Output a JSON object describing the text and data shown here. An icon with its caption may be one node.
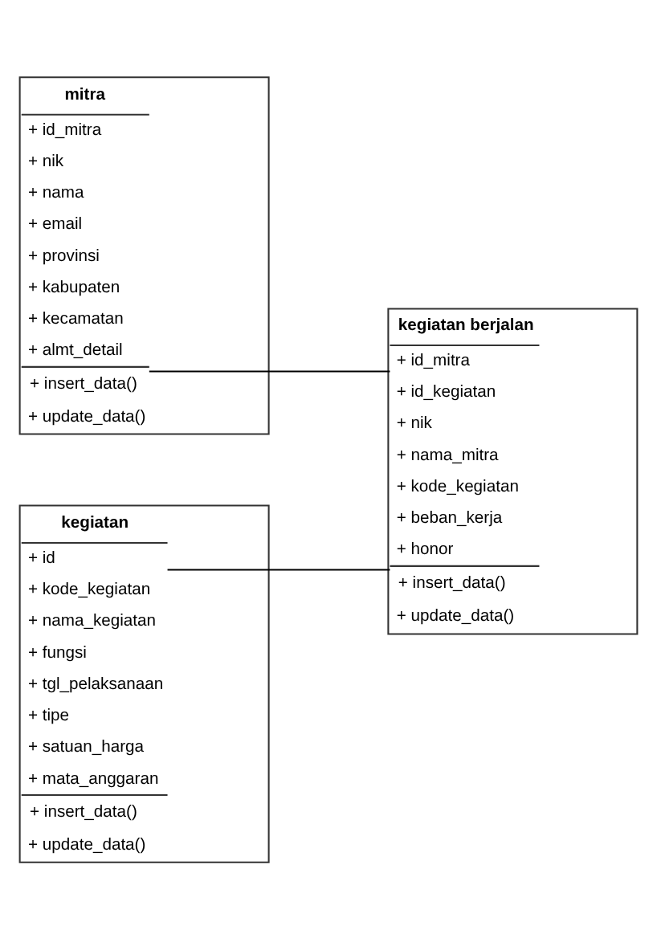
{
  "diagram": {
    "nodes": [
      {
        "text": [
          "mitra",
          "+ id_mitra",
          "+ nik",
          "+ nama",
          "+ email",
          "+ provinsi",
          "+ kabupaten",
          "+ kecamatan",
          "+ almt_detail",
          "+ insert_data()",
          "+ update_data()"
        ]
      },
      {
        "text": [
          "kegiatan",
          "+ id",
          "+ kode_kegiatan",
          "+ nama_kegiatan",
          "+ fungsi",
          "+ tgl_pelaksanaan",
          "+ tipe",
          "+ satuan_harga",
          "+ mata_anggaran",
          "+ insert_data()",
          "+ update_data()"
        ]
      },
      {
        "text": [
          "kegiatan berjalan",
          "+ id_mitra",
          "+ id_kegiatan",
          "+ nik",
          "+ nama_mitra",
          "+ kode_kegiatan",
          "+ beban_kerja",
          "+ honor",
          "+ insert_data()",
          "+ update_data()"
        ]
      }
    ],
    "edges": [
      {
        "from": 0,
        "to": 2,
        "arrow": "none"
      },
      {
        "from": 1,
        "to": 2,
        "arrow": "none"
      }
    ]
  }
}
